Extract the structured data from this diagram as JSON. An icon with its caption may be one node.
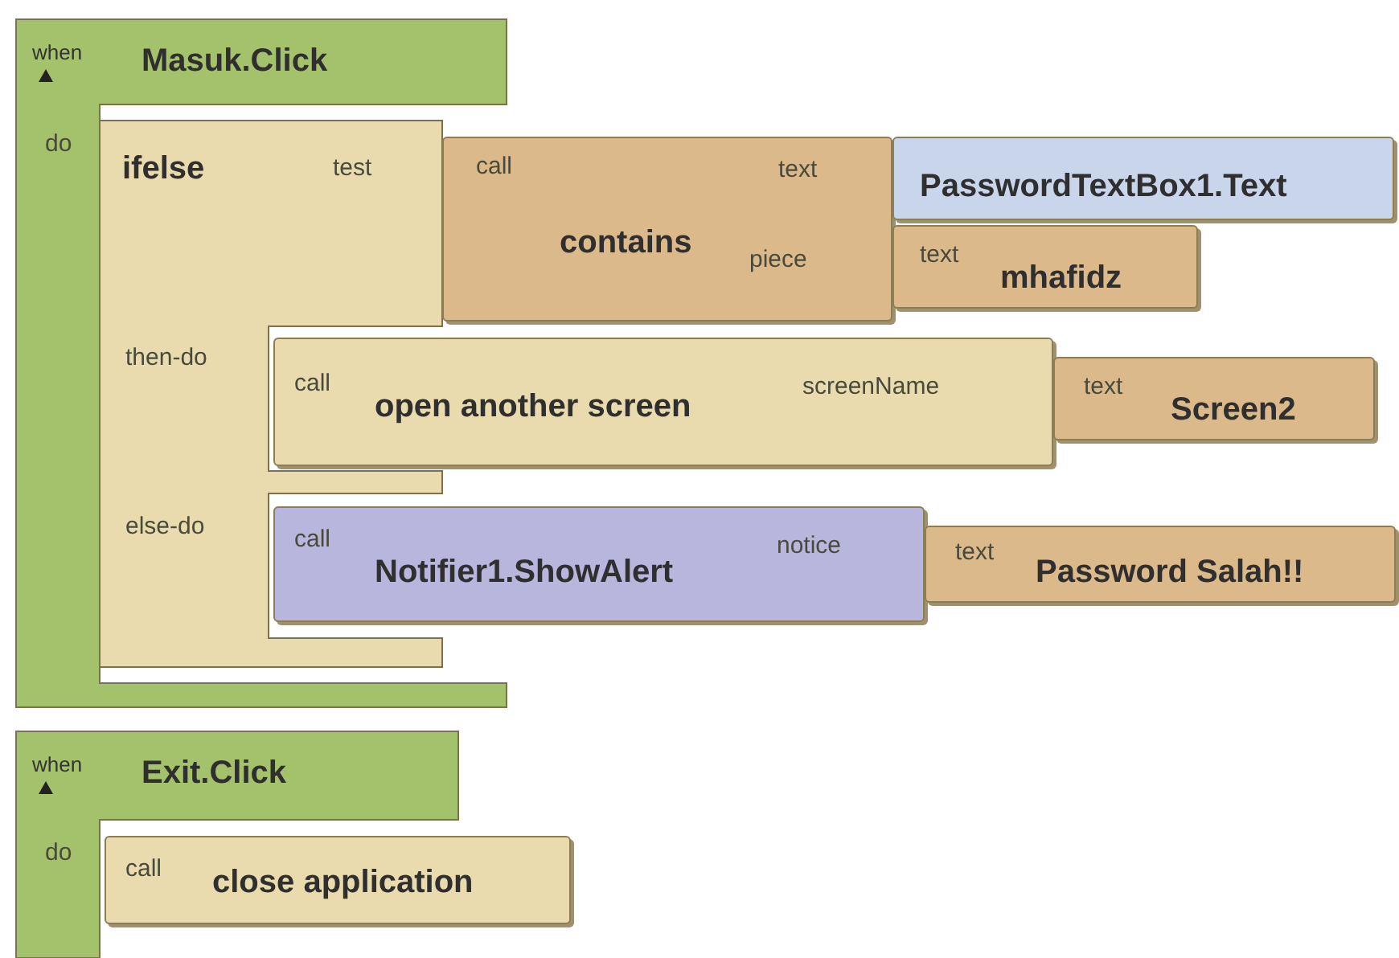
{
  "diagram": {
    "nodes": [
      {
        "text": [
          "when",
          "Masuk.Click",
          "do"
        ]
      },
      {
        "text": [
          "ifelse",
          "test",
          "then-do",
          "else-do"
        ],
        "in": 0
      },
      {
        "text": [
          "call",
          "contains",
          "text",
          "piece"
        ]
      },
      {
        "text": [
          "PasswordTextBox1.Text"
        ]
      },
      {
        "text": [
          "text",
          "mhafidz"
        ]
      },
      {
        "text": [
          "call",
          "open another screen",
          "screenName"
        ]
      },
      {
        "text": [
          "text",
          "Screen2"
        ]
      },
      {
        "text": [
          "call",
          "Notifier1.ShowAlert",
          "notice"
        ]
      },
      {
        "text": [
          "text",
          "Password Salah!!"
        ]
      },
      {
        "text": [
          "when",
          "Exit.Click",
          "do"
        ]
      },
      {
        "text": [
          "call",
          "close application"
        ]
      }
    ]
  }
}
